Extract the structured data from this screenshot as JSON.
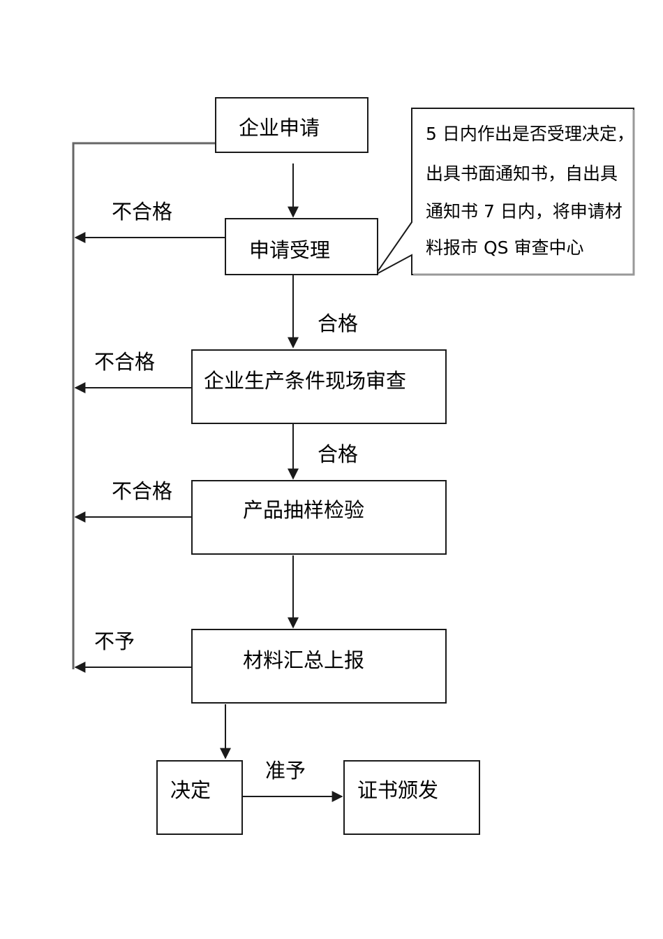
{
  "nodes": {
    "apply": "企业申请",
    "acceptance": "申请受理",
    "inspection": "企业生产条件现场审查",
    "sampling": "产品抽样检验",
    "summary": "材料汇总上报",
    "decision": "决定",
    "issue": "证书颁发"
  },
  "labels": {
    "fail_1": "不合格",
    "fail_2": "不合格",
    "fail_3": "不合格",
    "deny": "不予",
    "pass_1": "合格",
    "pass_2": "合格",
    "approve": "准予"
  },
  "callout": {
    "lines": [
      "5 日内作出是否受理决定，",
      "出具书面通知书，自出具",
      "通知书 7 日内，将申请材",
      "料报市 QS 审查中心"
    ]
  },
  "colors": {
    "stroke": "#1a1a1a",
    "line_gray": "#666666"
  }
}
